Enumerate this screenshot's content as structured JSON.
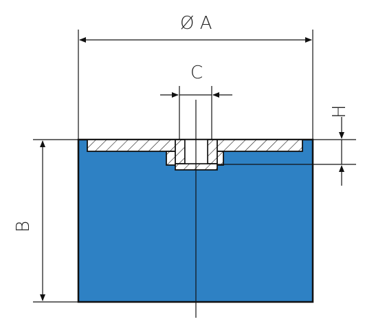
{
  "labels": {
    "diameter_a": "Ø A",
    "c": "C",
    "h": "H",
    "b": "B"
  },
  "colors": {
    "body_fill": "#2e81c4",
    "outline": "#111111",
    "plate_fill": "#ffffff",
    "line": "#111111"
  }
}
